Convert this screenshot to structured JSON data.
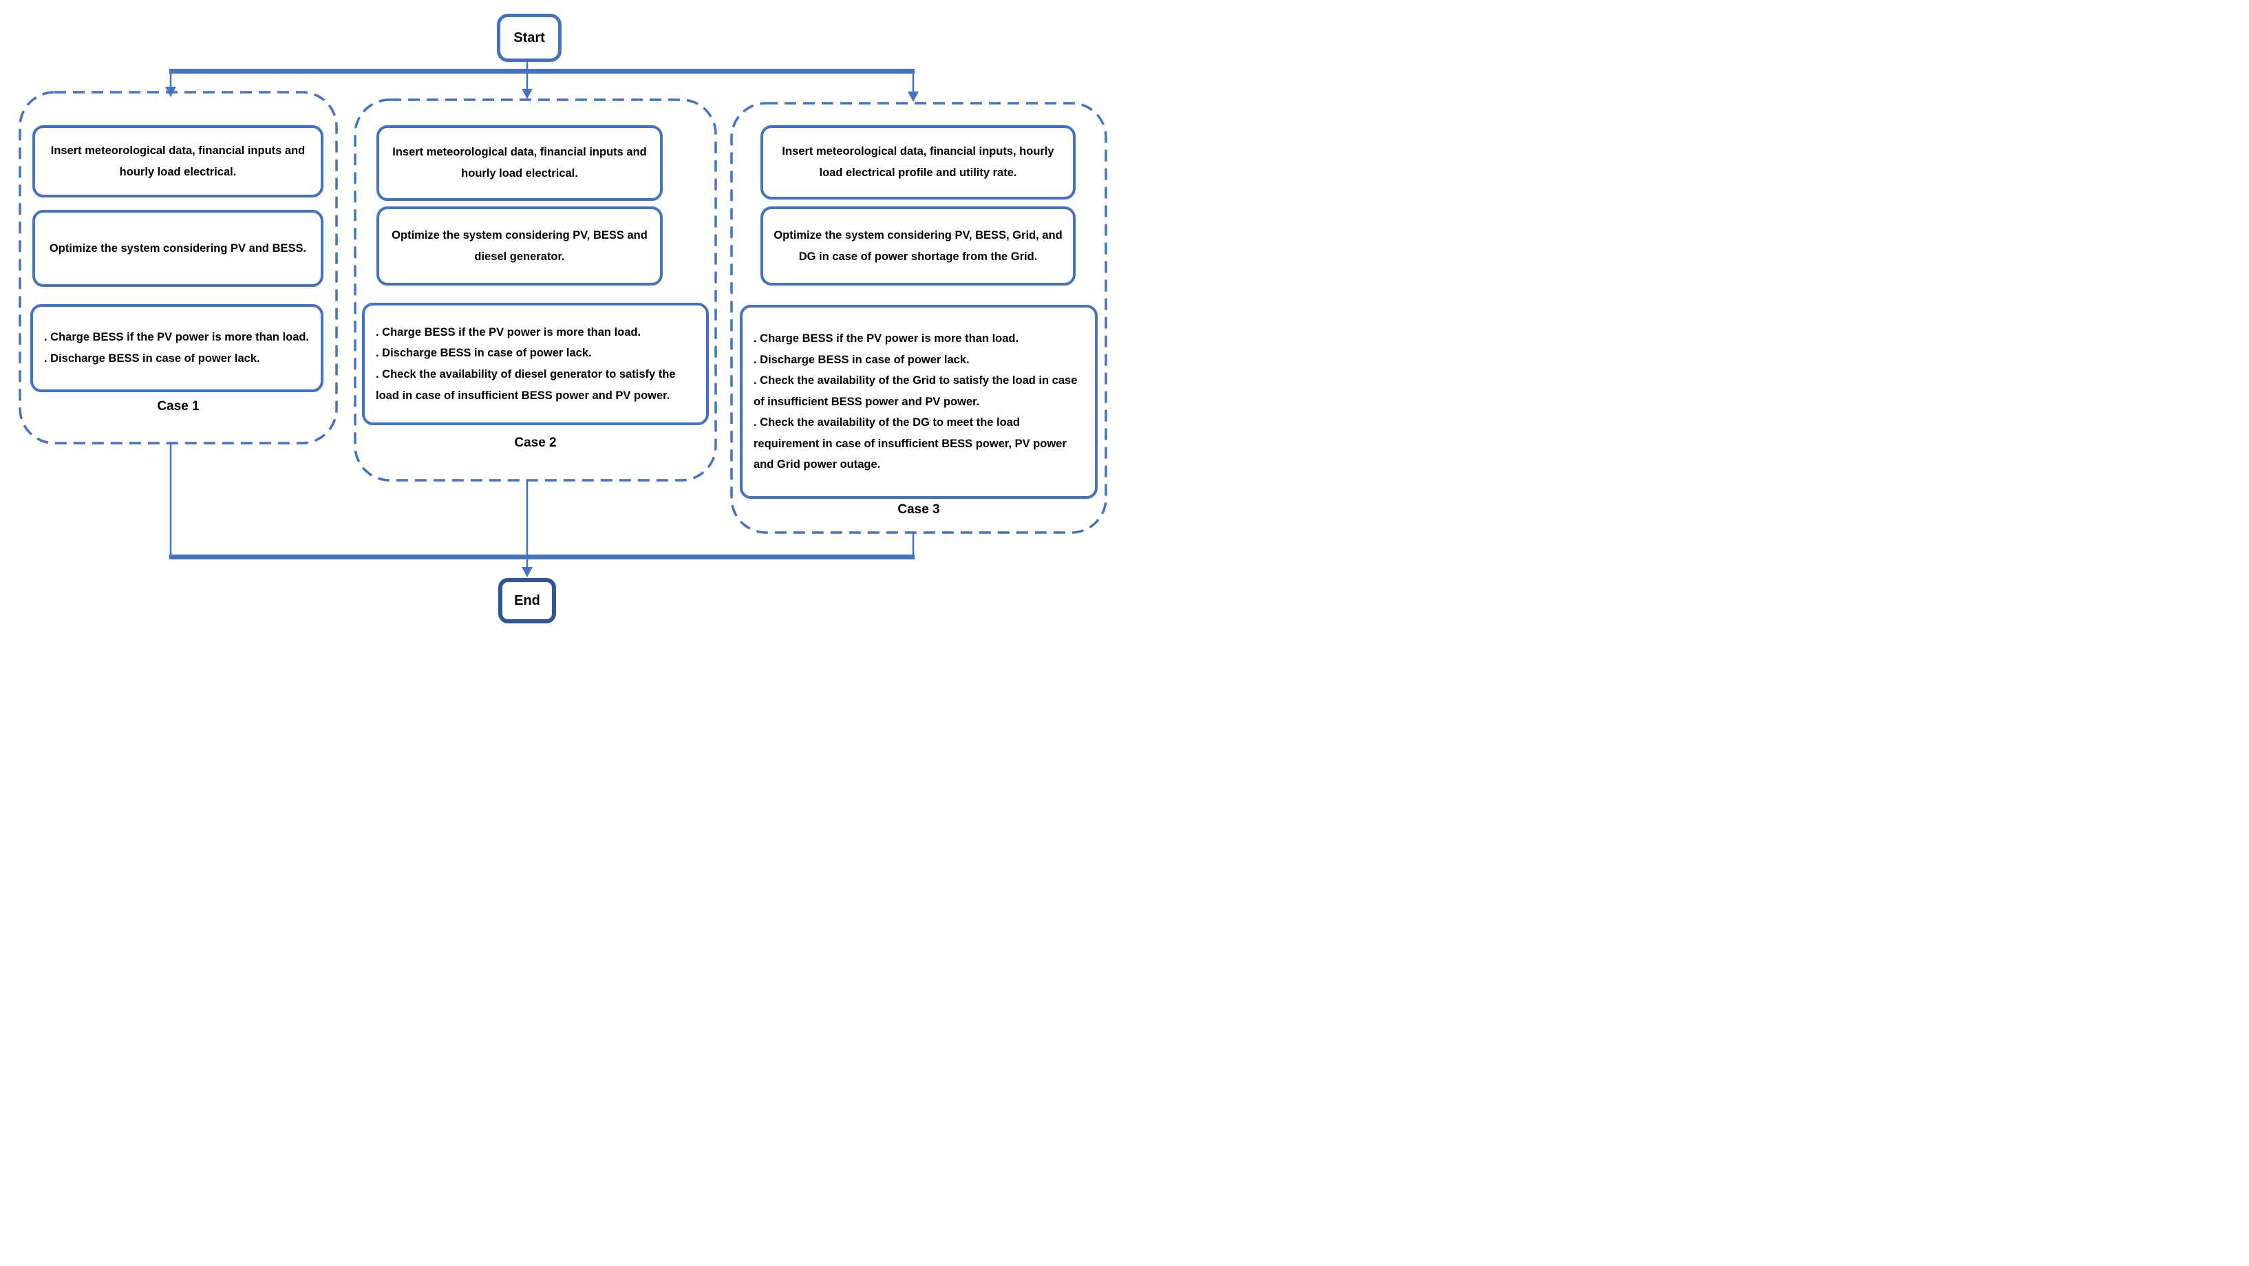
{
  "colors": {
    "accent_blue": "#4472C4",
    "dark_blue": "#2F5597",
    "text_black": "#000000"
  },
  "nodes": {
    "start": {
      "label": "Start"
    },
    "end": {
      "label": "End"
    }
  },
  "cases": [
    {
      "label": "Case 1",
      "boxes": {
        "input": "Insert meteorological data, financial inputs and hourly load electrical.",
        "optimize": "Optimize the system considering PV and BESS.",
        "logic": ". Charge BESS if the PV power is more than load.\n. Discharge BESS in case of power lack."
      }
    },
    {
      "label": "Case 2",
      "boxes": {
        "input": "Insert meteorological data, financial inputs and hourly load electrical.",
        "optimize": "Optimize the system considering PV, BESS and diesel generator.",
        "logic": ". Charge BESS if the PV power is more than load.\n. Discharge BESS in case of power lack.\n. Check the availability of diesel generator to satisfy the load in case of insufficient BESS power and PV power."
      }
    },
    {
      "label": "Case 3",
      "boxes": {
        "input": "Insert meteorological data, financial inputs, hourly load electrical profile and utility rate.",
        "optimize": "Optimize the system considering PV, BESS, Grid, and DG in case of power shortage from the Grid.",
        "logic": ". Charge BESS if the PV power is more than load.\n. Discharge BESS in case of power lack.\n. Check the availability of the Grid to satisfy the load in case of insufficient BESS power and PV power.\n. Check the availability of the DG to meet the load requirement in case of insufficient BESS power, PV power and Grid power outage."
      }
    }
  ]
}
